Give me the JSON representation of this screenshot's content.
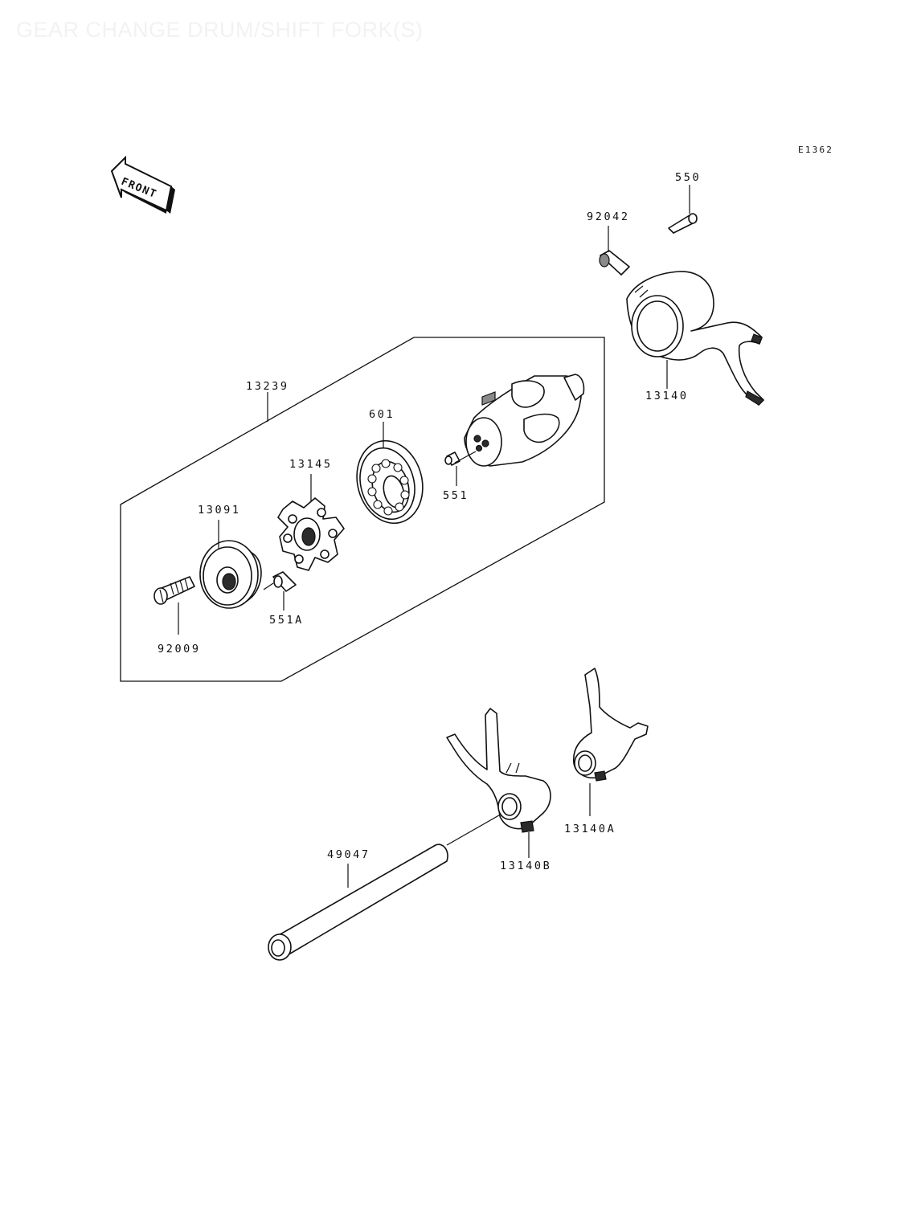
{
  "title": "GEAR CHANGE DRUM/SHIFT FORK(S)",
  "diagram_code": "E1362",
  "front_arrow_label": "FRONT",
  "parts": {
    "p550": "550",
    "p92042": "92042",
    "p13140": "13140",
    "p13239": "13239",
    "p601": "601",
    "p13145": "13145",
    "p551": "551",
    "p13091": "13091",
    "p551A": "551A",
    "p92009": "92009",
    "p49047": "49047",
    "p13140B": "13140B",
    "p13140A": "13140A"
  }
}
